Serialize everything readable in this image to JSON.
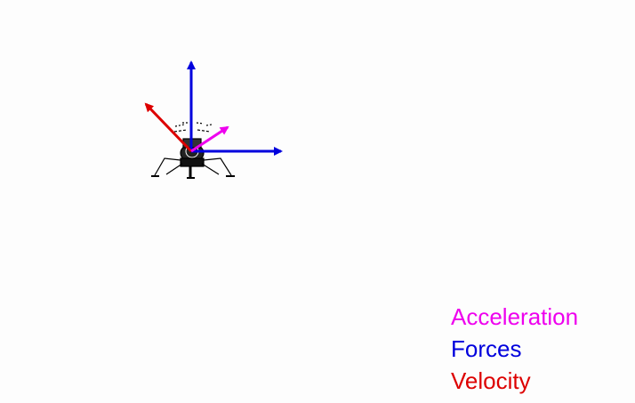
{
  "simulation": {
    "object": "lunar-lander",
    "vectors": {
      "acceleration": {
        "color": "#ee00ee",
        "dx": 1.0,
        "dy": 0.6
      },
      "force_vertical": {
        "color": "#0000dd",
        "dx": 0.0,
        "dy": 1.0
      },
      "force_horizontal": {
        "color": "#0000dd",
        "dx": 1.0,
        "dy": 0.0
      },
      "velocity": {
        "color": "#dd0000",
        "dx": -1.0,
        "dy": 1.03
      }
    }
  },
  "legend": {
    "acceleration_label": "Acceleration",
    "forces_label": "Forces",
    "velocity_label": "Velocity",
    "acceleration_color": "#ee00ee",
    "forces_color": "#0000dd",
    "velocity_color": "#dd0000"
  }
}
